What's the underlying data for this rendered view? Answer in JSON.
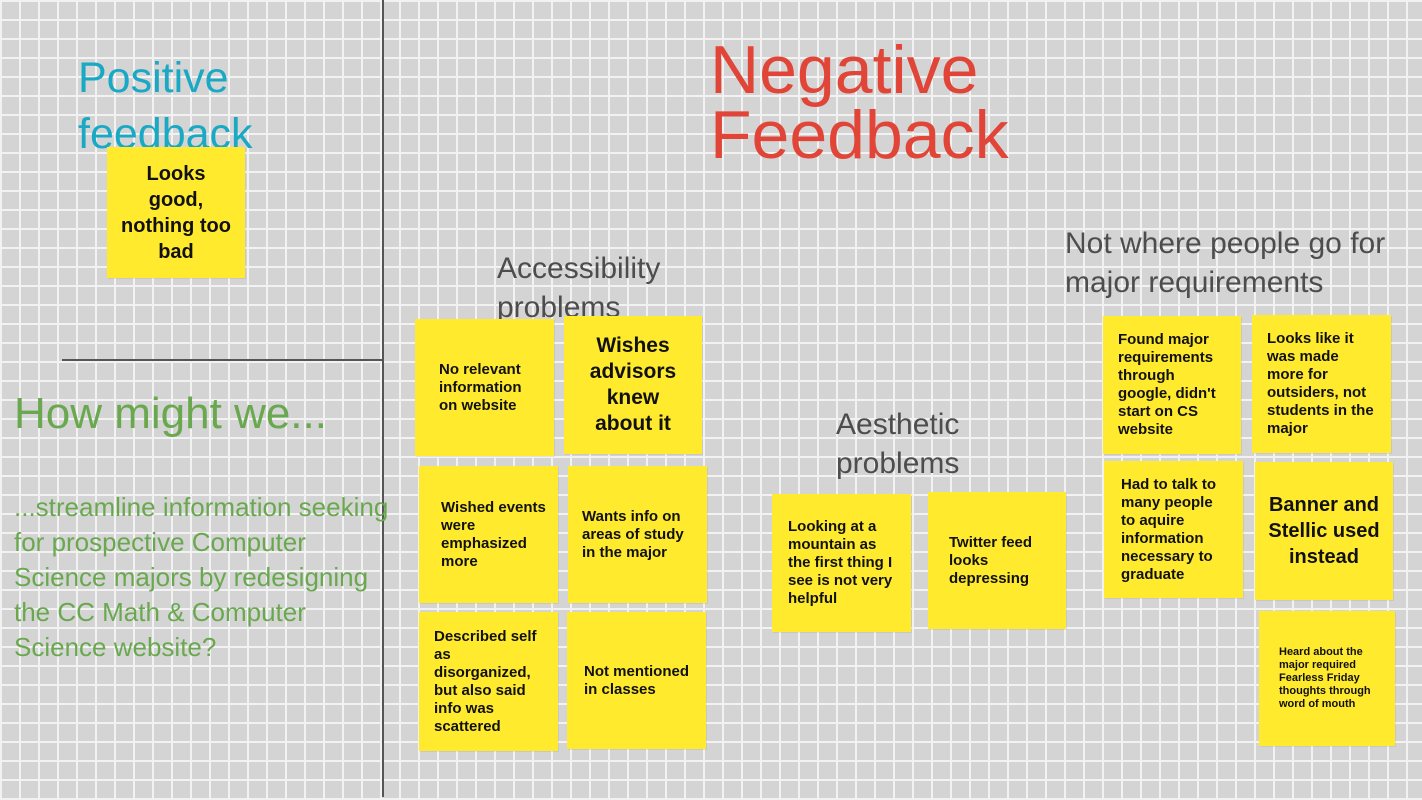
{
  "headings": {
    "positive": "Positive\nfeedback",
    "negative": "Negative\nFeedback",
    "how_might_we": "How might we...",
    "hmw_statement": "...streamline information seeking for prospective Computer Science majors by redesigning the CC Math & Computer Science website?"
  },
  "categories": {
    "accessibility": "Accessibility\nproblems",
    "aesthetic": "Aesthetic\nproblems",
    "not_where": "Not where people go for\nmajor requirements"
  },
  "notes": {
    "looks_good": "Looks good, nothing too bad",
    "no_relevant_info": "No relevant information on website",
    "wishes_advisors": "Wishes advisors knew about it",
    "wished_events": "Wished events were emphasized more",
    "wants_info_areas": "Wants info on areas of study in the major",
    "described_self": "Described self as disorganized, but also said info was scattered",
    "not_mentioned": "Not mentioned in classes",
    "looking_mountain": "Looking at a mountain as the first thing I see is not very helpful",
    "twitter_feed": "Twitter feed looks depressing",
    "found_major_reqs": "Found major requirements through google, didn't start on CS website",
    "looks_like_outsiders": "Looks like it was made more for outsiders, not students in the major",
    "had_to_talk": "Had to talk to many people to aquire information necessary to graduate",
    "banner_stellic": "Banner and Stellic used instead",
    "heard_about": "Heard about the major required Fearless Friday thoughts through word of mouth"
  },
  "colors": {
    "sticky_note": "#ffea2e",
    "positive": "#1aa9c4",
    "negative": "#e04538",
    "how_might_we": "#6aa84f",
    "category": "#4d4d4d"
  }
}
